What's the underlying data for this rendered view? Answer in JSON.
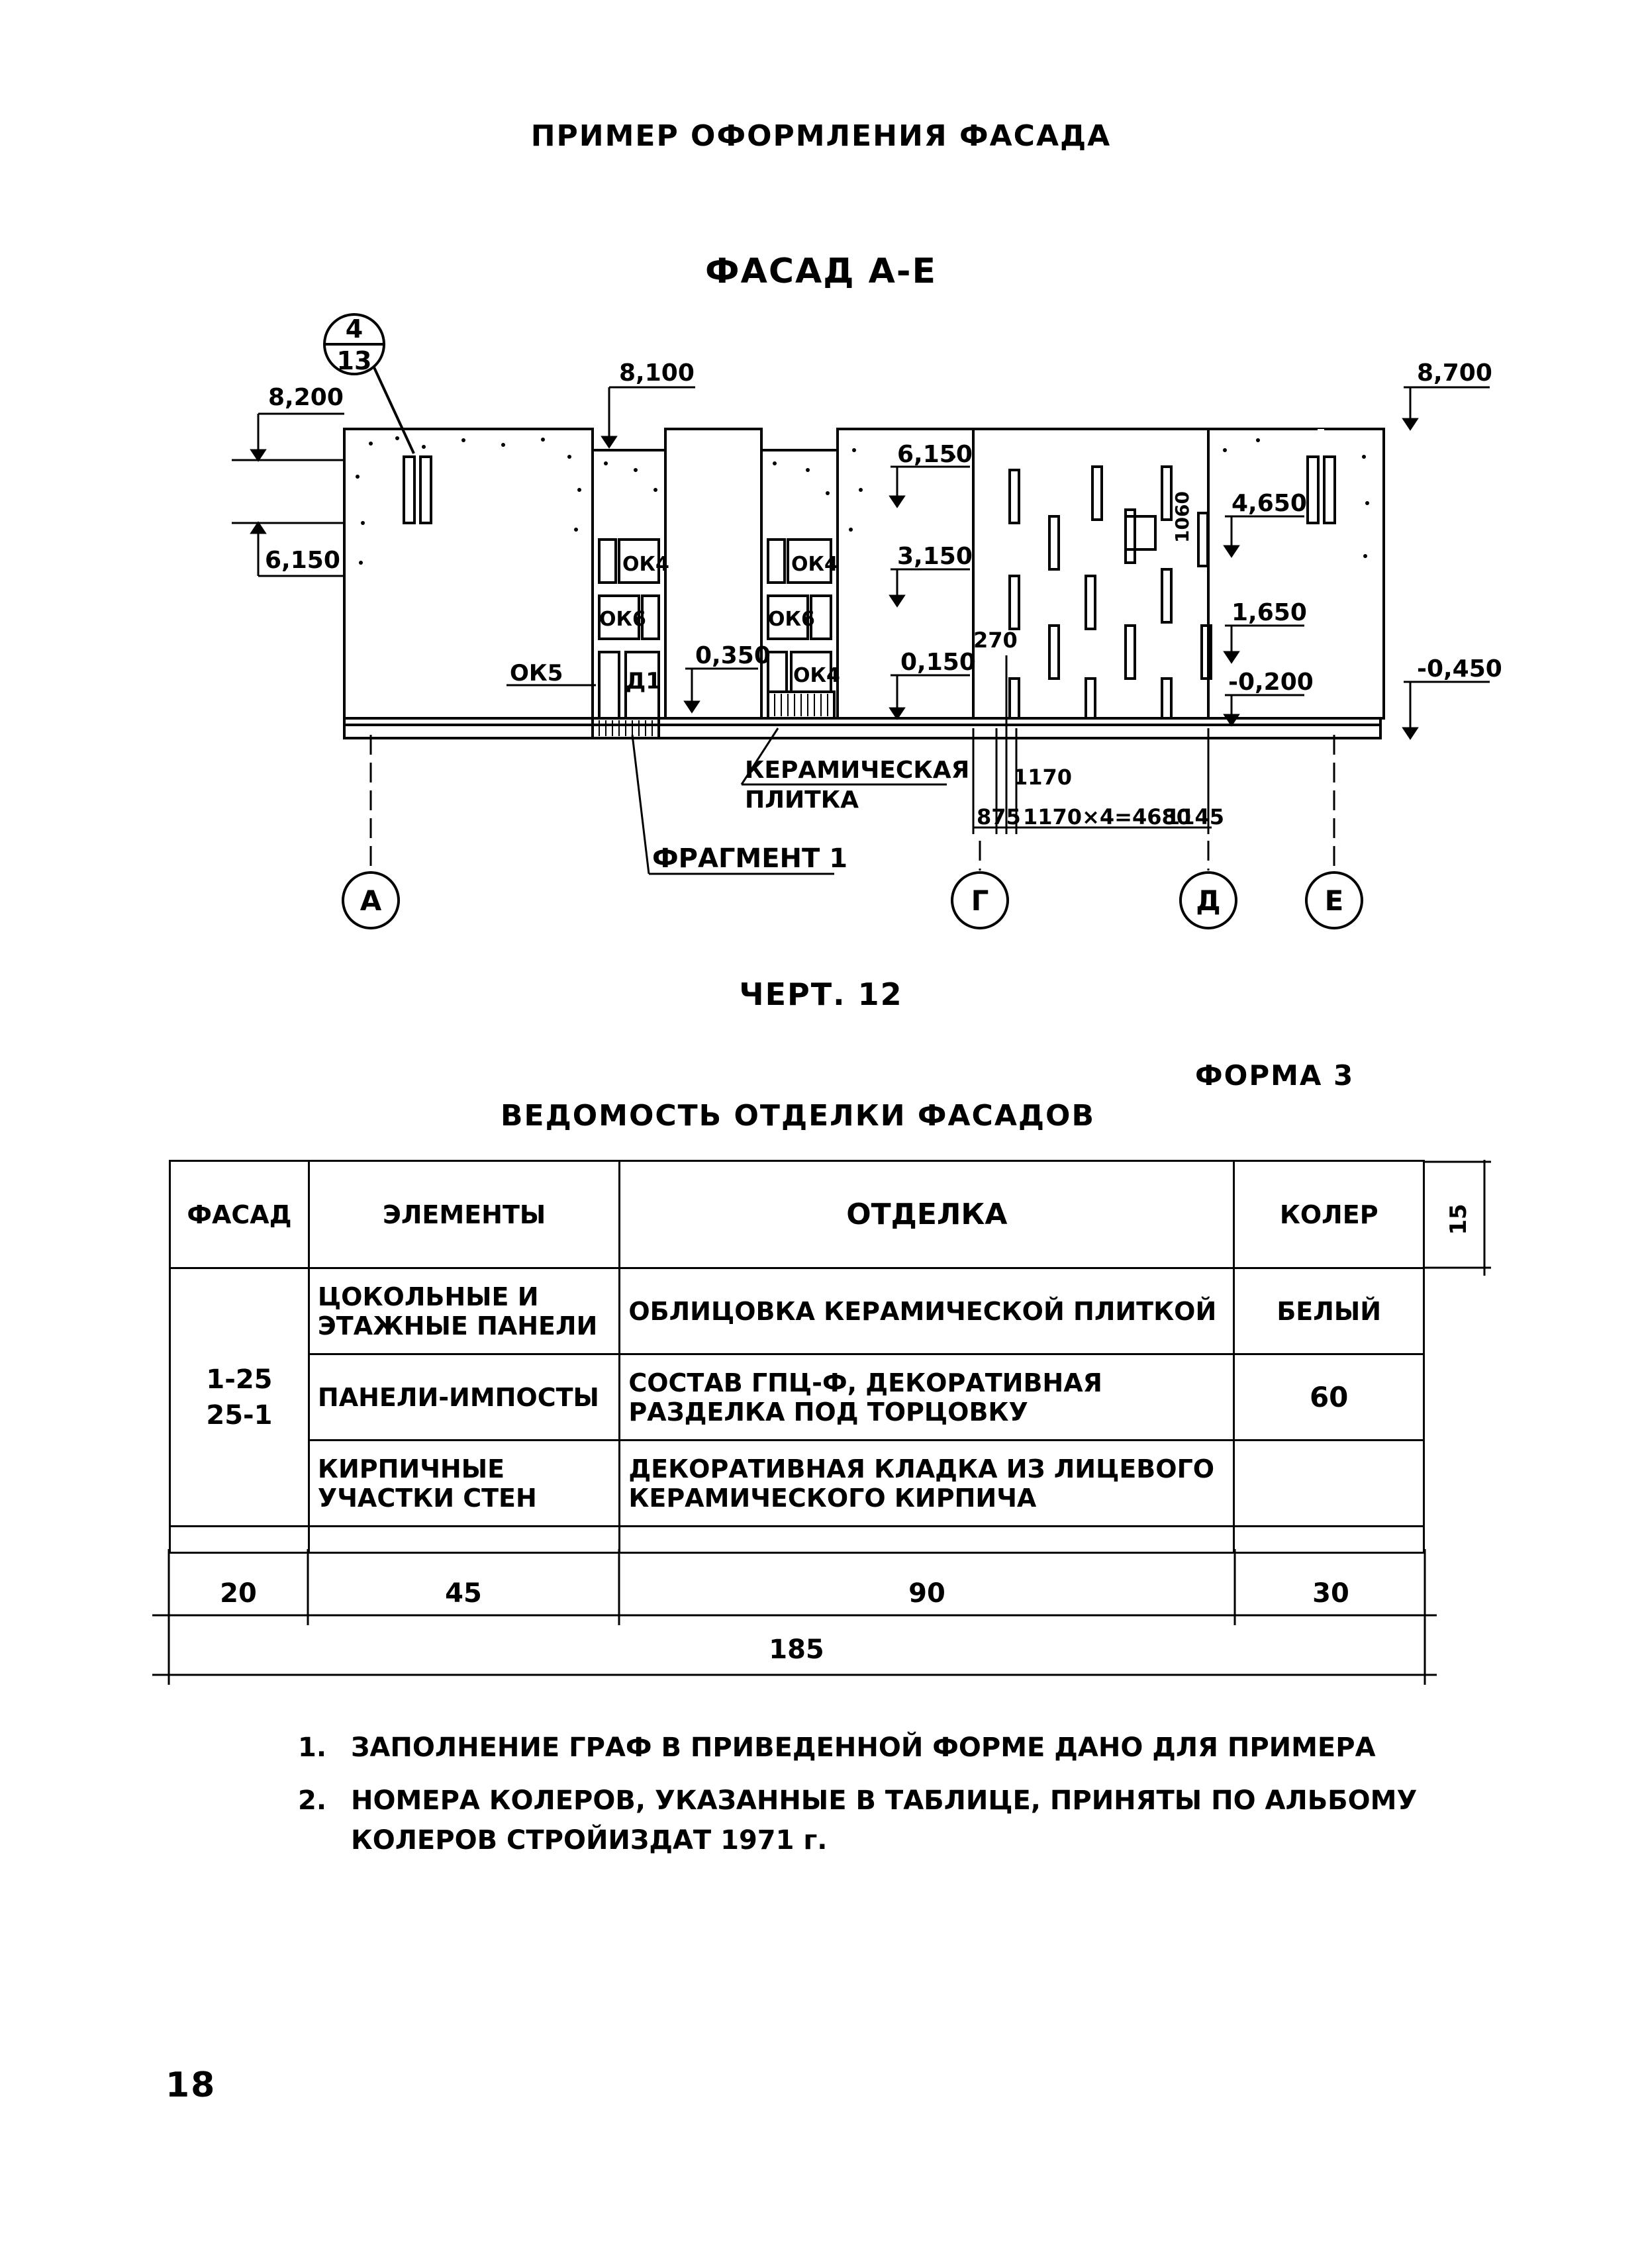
{
  "header": {
    "title": "ПРИМЕР ОФОРМЛЕНИЯ ФАСАДА"
  },
  "drawing": {
    "title": "ФАСАД А-Е",
    "caption": "ЧЕРТ. 12",
    "callout": {
      "top": "4",
      "bottom": "13"
    },
    "levels": {
      "l8200": "8,200",
      "l8100": "8,100",
      "l8700": "8,700",
      "l6150_left": "6,150",
      "l6150_mid": "6,150",
      "l4650": "4,650",
      "l3150": "3,150",
      "l1650": "1,650",
      "l0350": "0,350",
      "l0150": "0,150",
      "lm0200": "-0,200",
      "lm0450": "-0,450"
    },
    "window_labels": {
      "ok4": "ОК4",
      "ok6": "ОК6",
      "ok5": "ОК5",
      "d1": "Д1"
    },
    "dims": {
      "d270": "270",
      "d1060": "1060",
      "d1170": "1170",
      "d875": "875",
      "d4680": "1170×4=4680",
      "d1145": "1145"
    },
    "annotations": {
      "tile_line1": "КЕРАМИЧЕСКАЯ",
      "tile_line2": "ПЛИТКА",
      "fragment": "ФРАГМЕНТ 1"
    },
    "axes": [
      "А",
      "Г",
      "Д",
      "Е"
    ]
  },
  "form": {
    "label": "ФОРМА 3",
    "title": "ВЕДОМОСТЬ ОТДЕЛКИ ФАСАДОВ",
    "headers": {
      "facade": "ФАСАД",
      "elements": "ЭЛЕМЕНТЫ",
      "finish": "ОТДЕЛКА",
      "color": "КОЛЕР"
    },
    "header_height": "15",
    "rows": [
      {
        "element": "ЦОКОЛЬНЫЕ И ЭТАЖНЫЕ ПАНЕЛИ",
        "finish": "ОБЛИЦОВКА КЕРАМИЧЕСКОЙ ПЛИТКОЙ",
        "color": "БЕЛЫЙ"
      },
      {
        "element": "ПАНЕЛИ-ИМПОСТЫ",
        "finish": "СОСТАВ ГПЦ-Ф, ДЕКОРАТИВНАЯ РАЗДЕЛКА ПОД ТОРЦОВКУ",
        "color": "60"
      },
      {
        "element": "КИРПИЧНЫЕ УЧАСТКИ СТЕН",
        "finish": "ДЕКОРАТИВНАЯ КЛАДКА ИЗ ЛИЦЕВОГО КЕРАМИЧЕСКОГО КИРПИЧА",
        "color": ""
      }
    ],
    "facade_value_1": "1-25",
    "facade_value_2": "25-1",
    "col_widths": [
      "20",
      "45",
      "90",
      "30"
    ],
    "total_width": "185"
  },
  "notes": [
    {
      "num": "1.",
      "text": "ЗАПОЛНЕНИЕ ГРАФ В ПРИВЕДЕННОЙ ФОРМЕ ДАНО ДЛЯ ПРИМЕРА"
    },
    {
      "num": "2.",
      "text": "НОМЕРА КОЛЕРОВ, УКАЗАННЫЕ В ТАБЛИЦЕ, ПРИНЯТЫ ПО АЛЬБОМУ КОЛЕРОВ СТРОЙИЗДАТ 1971 г."
    }
  ],
  "page_number": "18"
}
